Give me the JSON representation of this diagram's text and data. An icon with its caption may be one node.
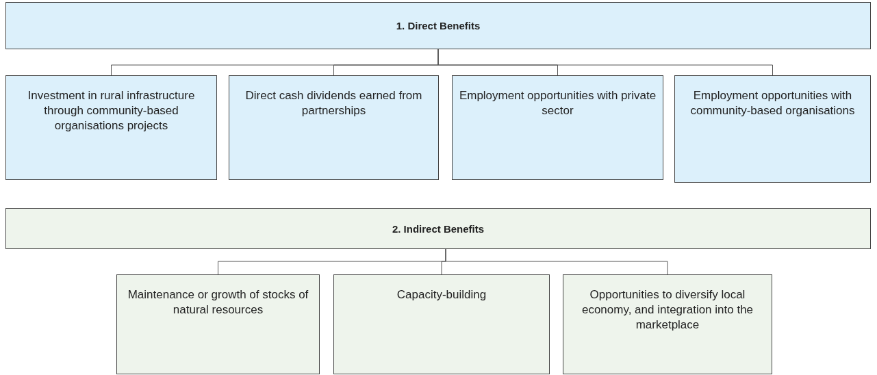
{
  "diagram": {
    "nodes": [
      {
        "text": [
          "1. Direct Benefits"
        ]
      },
      {
        "text": [
          "Investment in rural infrastructure through community-based organisations projects"
        ]
      },
      {
        "text": [
          "Direct cash dividends earned from partnerships"
        ]
      },
      {
        "text": [
          "Employment opportunities with private sector"
        ]
      },
      {
        "text": [
          "Employment opportunities with community-based organisations"
        ]
      },
      {
        "text": [
          "2. Indirect Benefits"
        ]
      },
      {
        "text": [
          "Maintenance or growth of stocks of natural resources"
        ]
      },
      {
        "text": [
          "Capacity-building"
        ]
      },
      {
        "text": [
          "Opportunities to diversify local economy, and integration into the marketplace"
        ]
      }
    ],
    "edges": [
      {
        "from": 0,
        "to": 1,
        "arrow": "none"
      },
      {
        "from": 0,
        "to": 2,
        "arrow": "none"
      },
      {
        "from": 0,
        "to": 3,
        "arrow": "none"
      },
      {
        "from": 0,
        "to": 4,
        "arrow": "none"
      },
      {
        "from": 5,
        "to": 6,
        "arrow": "none"
      },
      {
        "from": 5,
        "to": 7,
        "arrow": "none"
      },
      {
        "from": 5,
        "to": 8,
        "arrow": "none"
      }
    ]
  }
}
